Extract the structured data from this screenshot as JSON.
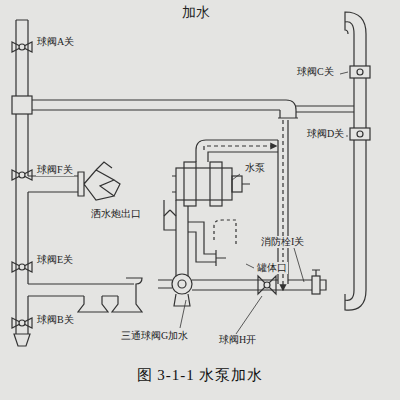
{
  "diagram": {
    "title": "加水",
    "caption": "图 3-1-1 水泵加水",
    "labels": [
      "球阀A关",
      "球阀C关",
      "球阀D关",
      "球阀F关",
      "洒水炮出口",
      "水泵",
      "罐体口",
      "消防栓I关",
      "球阀E关",
      "三通球阀G加水",
      "球阀H开",
      "球阀B关"
    ]
  }
}
